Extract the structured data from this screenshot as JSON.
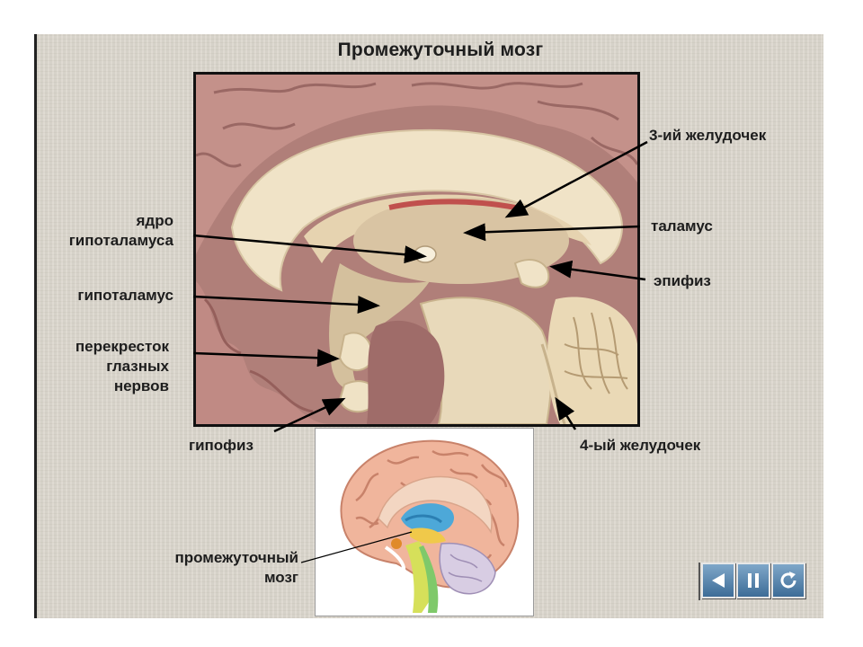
{
  "slide": {
    "title": "Промежуточный мозг",
    "labels": {
      "third_ventricle": "3-ий желудочек",
      "thalamus": "таламус",
      "epiphysis": "эпифиз",
      "hypothalamus_nucleus_1": "ядро",
      "hypothalamus_nucleus_2": "гипоталамуса",
      "hypothalamus": "гипоталамус",
      "optic_chiasm_1": "перекресток",
      "optic_chiasm_2": "глазных",
      "optic_chiasm_3": "нервов",
      "pituitary": "гипофиз",
      "fourth_ventricle": "4-ый желудочек",
      "diencephalon_1": "промежуточный",
      "diencephalon_2": "мозг"
    }
  },
  "navigation": {
    "buttons": [
      {
        "icon": "back-icon"
      },
      {
        "icon": "pause-icon"
      },
      {
        "icon": "replay-icon"
      }
    ]
  },
  "colors": {
    "background": "#dcd7cd",
    "nav_button": "#5683ae",
    "brain_tissue": "#c99a8e",
    "white_matter": "#efe3cb"
  }
}
